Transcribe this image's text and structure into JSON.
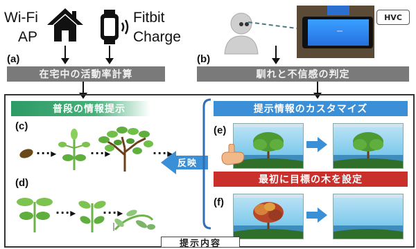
{
  "top_left": {
    "wifi_label_line1": "Wi-Fi",
    "wifi_label_line2": "AP",
    "fitbit_label_line1": "Fitbit",
    "fitbit_label_line2": "Charge",
    "tag_a": "(a)",
    "bar_a": "在宅中の活動率計算"
  },
  "top_right": {
    "tag_b": "(b)",
    "hvc_label": "HVC",
    "bar_b": "馴れと不信感の判定"
  },
  "main": {
    "section_label": "提示内容",
    "band_normal": "普段の情報提示",
    "tag_c": "(c)",
    "tag_d": "(d)",
    "reflect_label": "反映",
    "band_custom": "提示情報のカスタマイズ",
    "tag_e": "(e)",
    "band_goal": "最初に目標の木を設定",
    "tag_f": "(f)",
    "dots": "···▸"
  },
  "colors": {
    "green": "#46b07a",
    "blue": "#3a8fd6",
    "red": "#c9302c",
    "gray": "#7a7a7a"
  }
}
